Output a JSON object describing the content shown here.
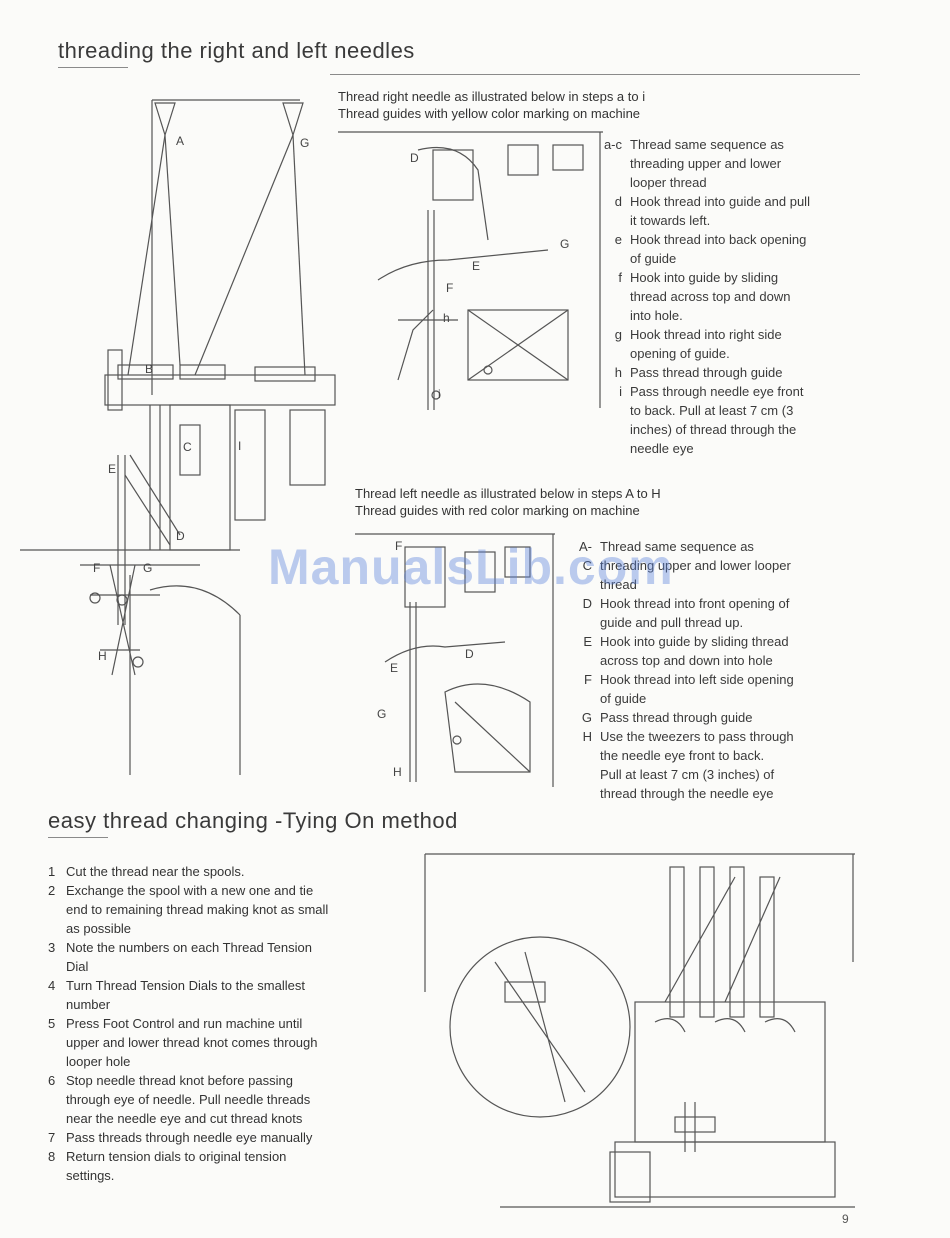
{
  "section1": {
    "title": "threading the right and left needles",
    "right_intro": [
      "Thread right needle as illustrated below in steps a to i",
      "Thread guides with yellow color marking on machine"
    ],
    "right_steps": [
      {
        "key": "a-c",
        "lines": [
          "Thread same sequence as",
          "threading upper and lower",
          "looper thread"
        ]
      },
      {
        "key": "d",
        "lines": [
          "Hook thread into guide and pull",
          "it towards left."
        ]
      },
      {
        "key": "e",
        "lines": [
          "Hook thread into back opening",
          "of guide"
        ]
      },
      {
        "key": "f",
        "lines": [
          "Hook into guide by sliding",
          "thread across top and down",
          "into hole."
        ]
      },
      {
        "key": "g",
        "lines": [
          "Hook thread into right side",
          "opening of guide."
        ]
      },
      {
        "key": "h",
        "lines": [
          "Pass thread through guide"
        ]
      },
      {
        "key": "i",
        "lines": [
          "Pass through needle eye front",
          "to back. Pull at least 7 cm (3",
          "inches) of thread through the",
          "needle eye"
        ]
      }
    ],
    "left_intro": [
      "Thread left needle as illustrated below in steps A to H",
      "Thread guides with red color marking on machine"
    ],
    "left_steps": [
      {
        "key": "A-C",
        "lines": [
          "Thread same sequence as",
          "threading upper and lower looper",
          "thread"
        ]
      },
      {
        "key": "D",
        "lines": [
          "Hook thread into front opening of",
          "guide and pull thread up."
        ]
      },
      {
        "key": "E",
        "lines": [
          "Hook into guide by sliding thread",
          "across top and down into hole"
        ]
      },
      {
        "key": "F",
        "lines": [
          "Hook thread into left side opening",
          "of guide"
        ]
      },
      {
        "key": "G",
        "lines": [
          "Pass thread through guide"
        ]
      },
      {
        "key": "H",
        "lines": [
          "Use the tweezers to pass through",
          "the needle eye front to back.",
          "Pull at least 7 cm (3 inches) of",
          "thread through the needle eye"
        ]
      }
    ],
    "diagram_labels": {
      "main": [
        "A",
        "G",
        "B",
        "E",
        "C",
        "D",
        "I",
        "F",
        "G",
        "H"
      ],
      "right_detail": [
        "D",
        "G",
        "E",
        "F",
        "h",
        "i"
      ],
      "left_detail": [
        "F",
        "E",
        "D",
        "G",
        "H"
      ]
    }
  },
  "section2": {
    "title": "easy thread changing -Tying On method",
    "items": [
      {
        "num": "1",
        "lines": [
          "Cut the thread near the spools."
        ]
      },
      {
        "num": "2",
        "lines": [
          "Exchange the spool with a new one and tie",
          "end to remaining thread making knot as small",
          "as possible"
        ]
      },
      {
        "num": "3",
        "lines": [
          "Note the numbers on each Thread Tension",
          "Dial"
        ]
      },
      {
        "num": "4",
        "lines": [
          "Turn Thread Tension Dials to the smallest",
          "number"
        ]
      },
      {
        "num": "5",
        "lines": [
          "Press Foot Control and run machine until",
          "upper and lower thread knot comes through",
          "looper hole"
        ]
      },
      {
        "num": "6",
        "lines": [
          "Stop needle thread knot before passing",
          "through eye of needle. Pull needle threads",
          "near the needle eye and cut thread knots"
        ]
      },
      {
        "num": "7",
        "lines": [
          "Pass threads through needle eye manually"
        ]
      },
      {
        "num": "8",
        "lines": [
          "Return tension dials to original tension",
          "settings."
        ]
      }
    ]
  },
  "watermark": "ManualsLib.com",
  "page_number": "9"
}
